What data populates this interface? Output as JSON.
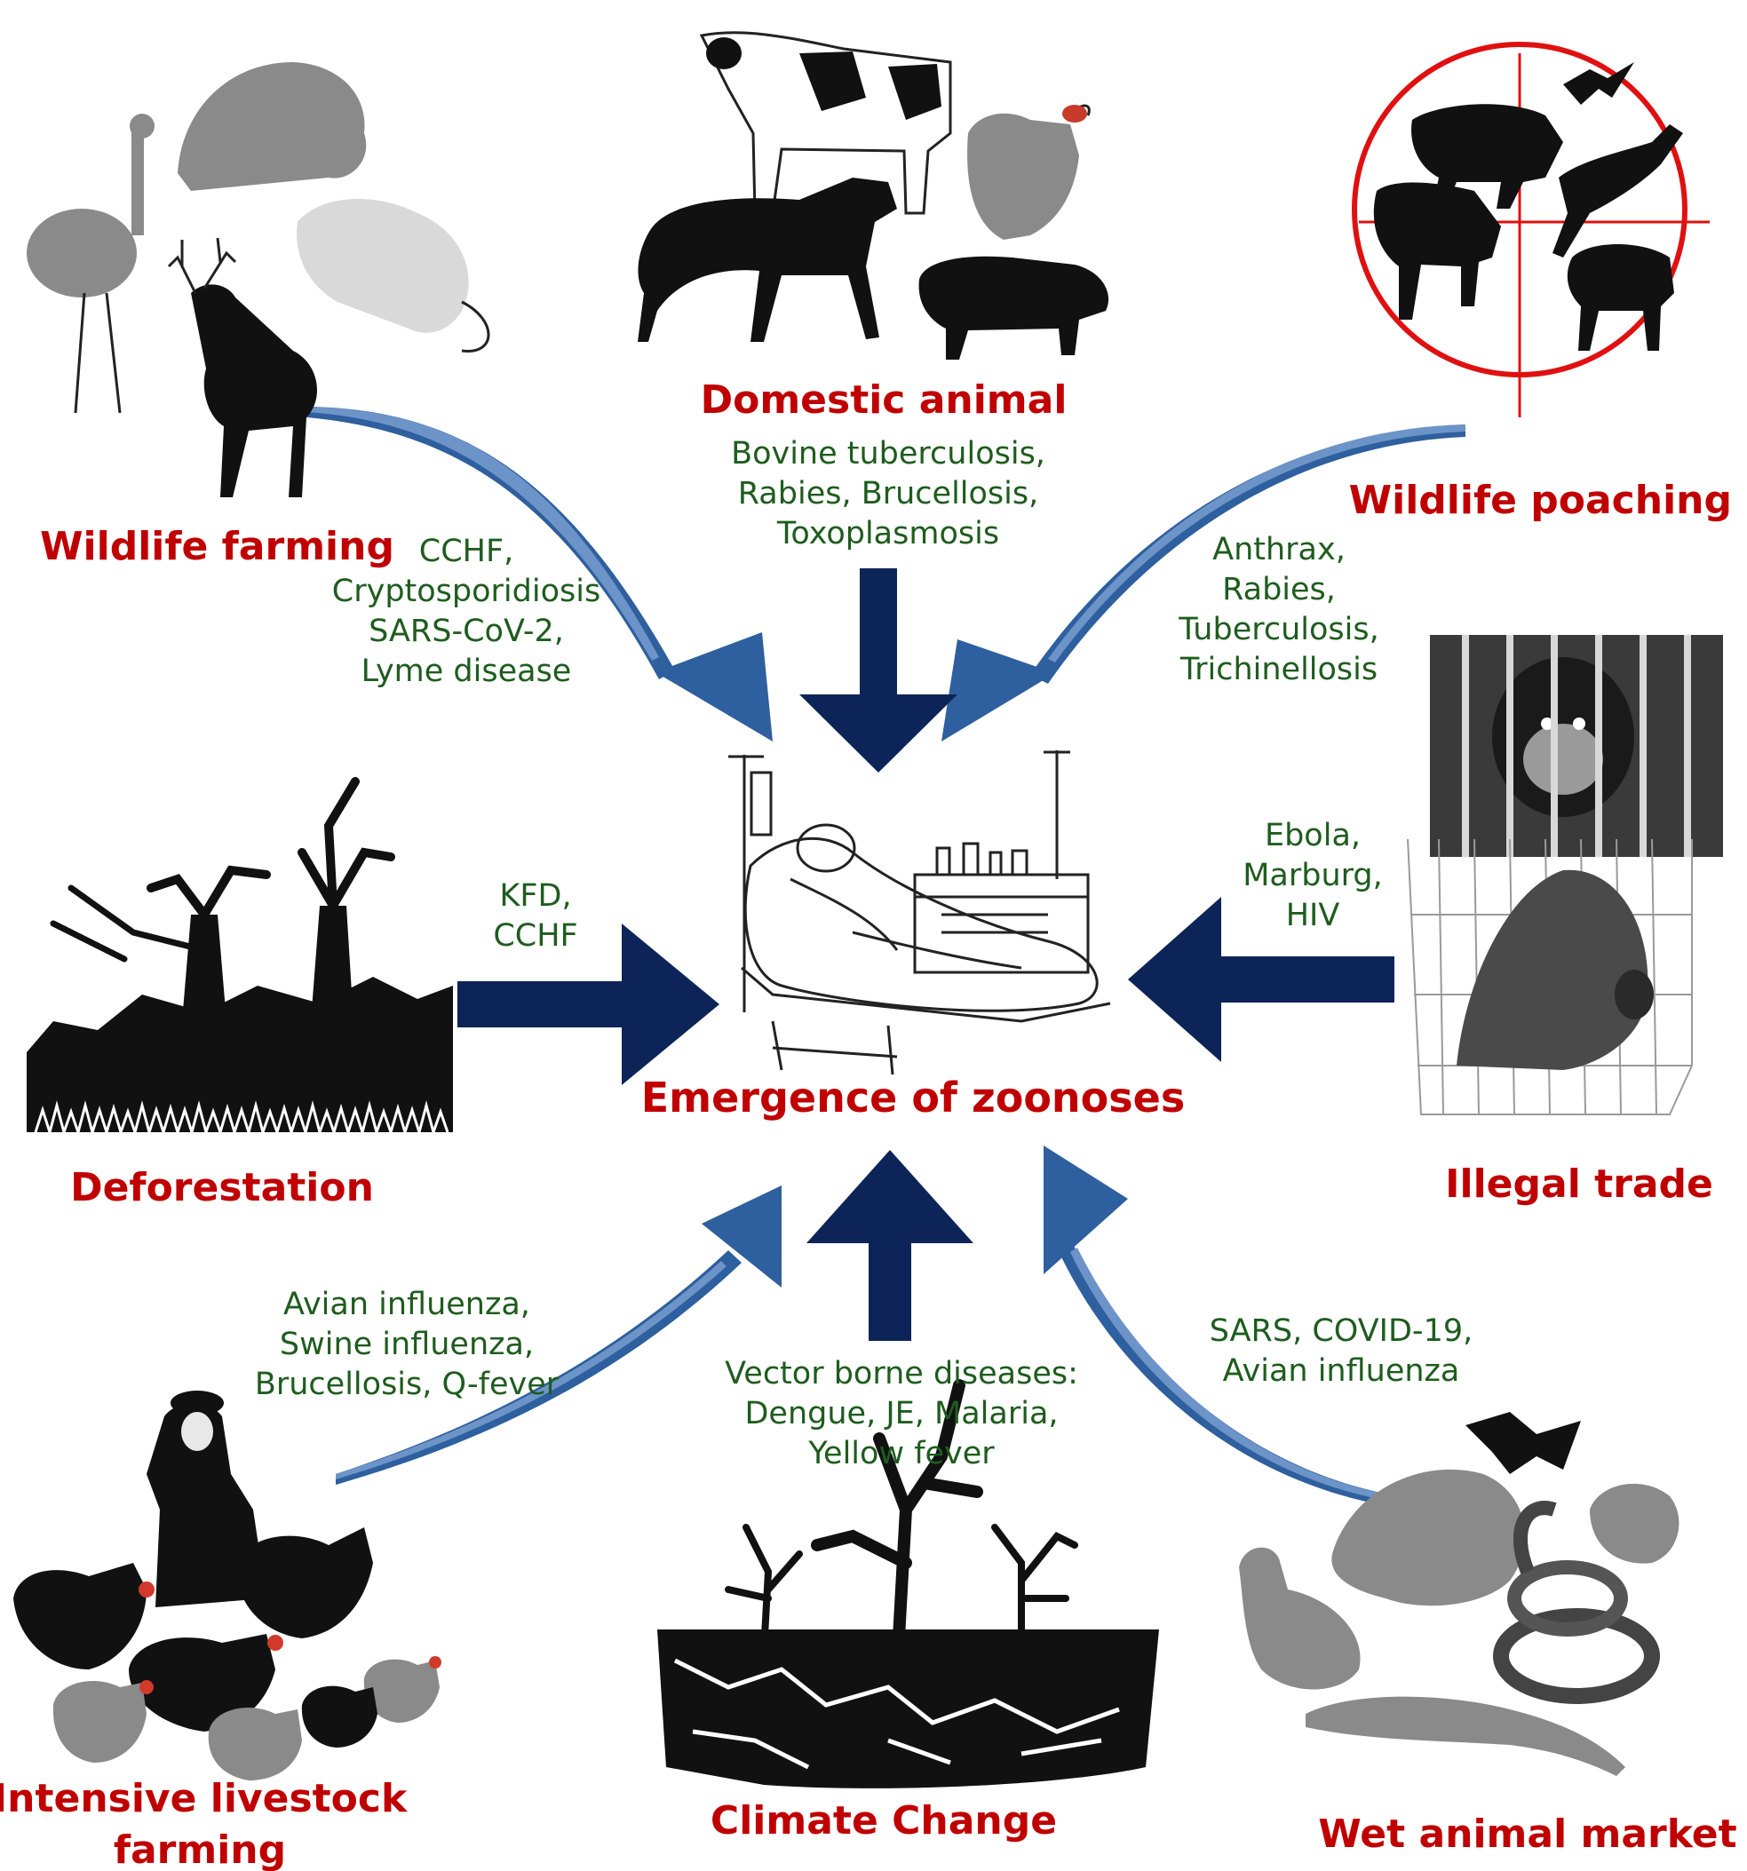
{
  "colors": {
    "category_label": "#c00000",
    "disease_text": "#1e5c1e",
    "curved_arrow": "#2e5f9e",
    "straight_arrow": "#0d2458"
  },
  "center": {
    "label": "Emergence of zoonoses",
    "illustration": "hospital-patient-bed"
  },
  "sources": [
    {
      "id": "wildlife-farming",
      "label": "Wildlife farming",
      "illustration": "ostrich-porcupine-civet-deer",
      "arrow": "curved",
      "diseases": [
        "CCHF,",
        "Cryptosporidiosis",
        "SARS-CoV-2,",
        "Lyme disease"
      ]
    },
    {
      "id": "domestic-animal",
      "label": "Domestic animal",
      "illustration": "cow-horse-rooster-pig",
      "arrow": "straight",
      "diseases": [
        "Bovine tuberculosis,",
        "Rabies, Brucellosis,",
        "Toxoplasmosis"
      ]
    },
    {
      "id": "wildlife-poaching",
      "label": "Wildlife poaching",
      "illustration": "crosshair-target-animals",
      "arrow": "curved",
      "diseases": [
        "Anthrax,",
        "Rabies,",
        "Tuberculosis,",
        "Trichinellosis"
      ]
    },
    {
      "id": "deforestation",
      "label": "Deforestation",
      "illustration": "felled-trees",
      "arrow": "straight",
      "diseases": [
        "KFD,",
        "CCHF"
      ]
    },
    {
      "id": "illegal-trade",
      "label": "Illegal trade",
      "illustration": "caged-chimpanzee-porcupine",
      "arrow": "straight",
      "diseases": [
        "Ebola,",
        "Marburg,",
        "HIV"
      ]
    },
    {
      "id": "intensive-livestock-farming",
      "label_lines": [
        "Intensive livestock",
        "farming"
      ],
      "illustration": "farmer-with-chickens",
      "arrow": "curved",
      "diseases": [
        "Avian influenza,",
        "Swine influenza,",
        "Brucellosis, Q-fever"
      ]
    },
    {
      "id": "climate-change",
      "label": "Climate Change",
      "illustration": "dead-trees-cracked-earth",
      "arrow": "straight",
      "diseases": [
        "Vector borne diseases:",
        "Dengue, JE, Malaria,",
        "Yellow fever"
      ]
    },
    {
      "id": "wet-animal-market",
      "label": "Wet animal market",
      "illustration": "goose-porcupine-snake-bat-frog-crocodile",
      "arrow": "curved",
      "diseases": [
        "SARS, COVID-19,",
        "Avian influenza"
      ]
    }
  ]
}
